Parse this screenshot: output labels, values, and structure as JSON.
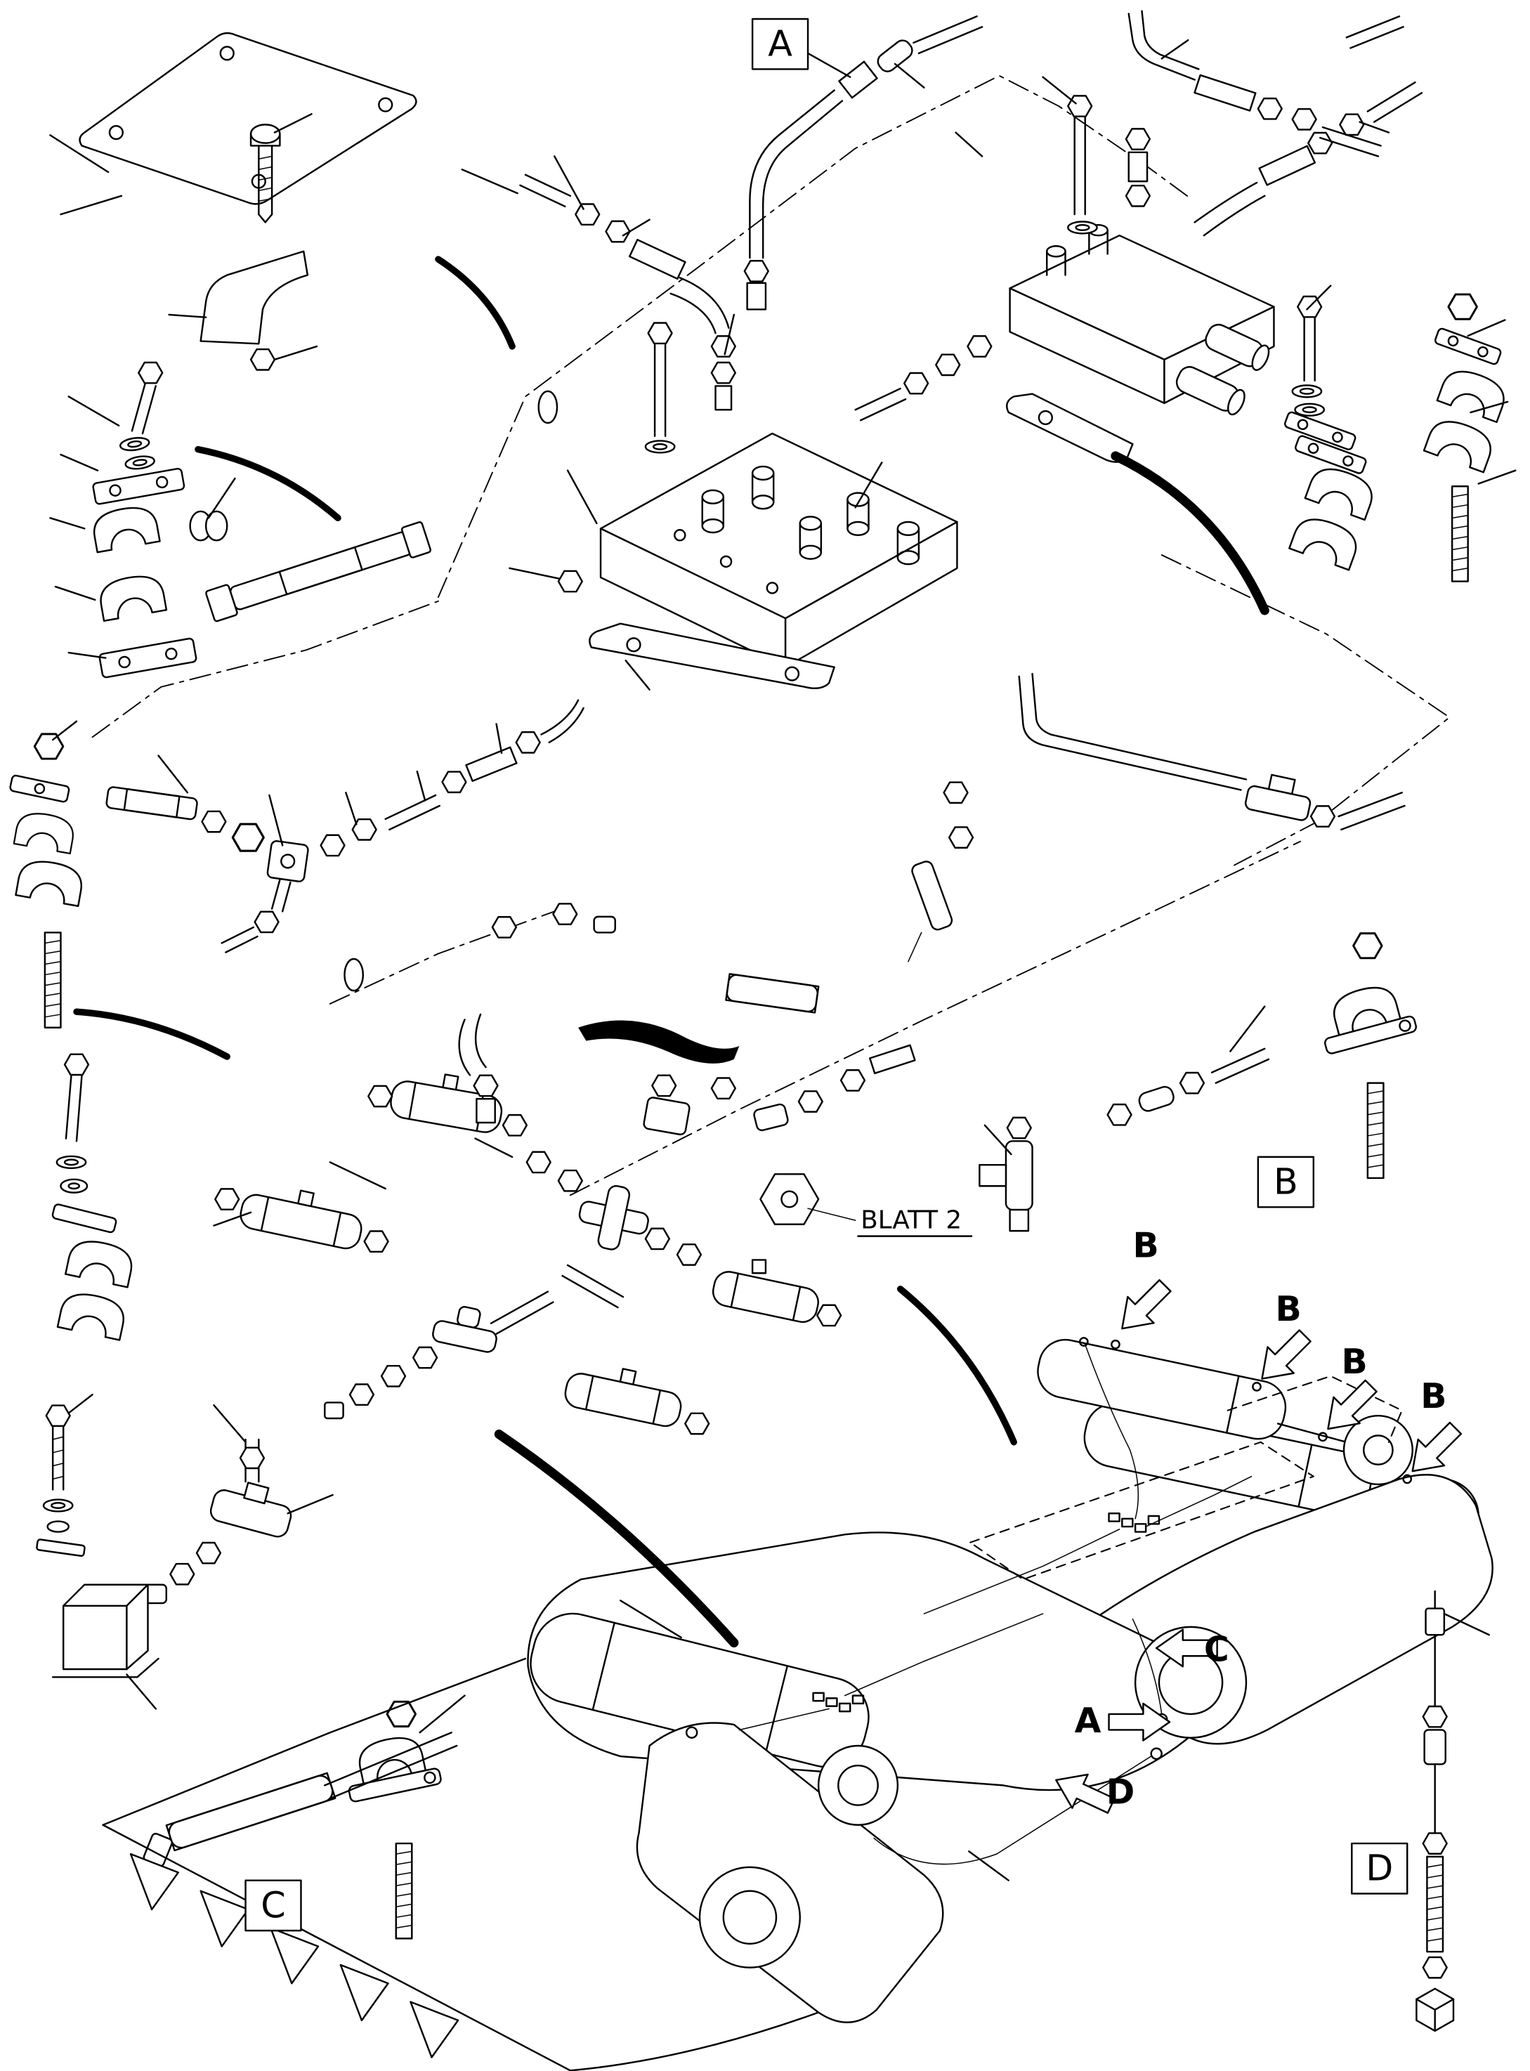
{
  "drawing": {
    "type": "exploded-parts-diagram",
    "background": "#ffffff",
    "line_color": "#000000",
    "detail_boxes": {
      "a": "A",
      "b": "B",
      "c": "C",
      "d": "D"
    },
    "callouts": {
      "blatt_note": "BLATT 2",
      "b_arrows": [
        "B",
        "B",
        "B",
        "B"
      ],
      "arrow_c": "C",
      "arrow_a": "A",
      "arrow_d": "D"
    }
  }
}
